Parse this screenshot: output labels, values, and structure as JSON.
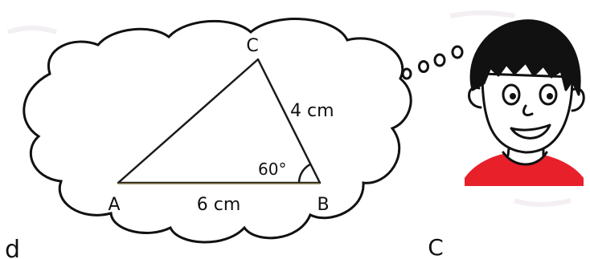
{
  "triangle": {
    "vertices": {
      "a": "A",
      "b": "B",
      "c": "C"
    },
    "side_ab": "6 cm",
    "side_bc": "4 cm",
    "angle_b": "60°"
  },
  "margin_letters": {
    "left": "d",
    "right": "C"
  },
  "illustration": {
    "subject": "boy thinking",
    "shirt_color": "#e8202a",
    "thought_bubble": "cloud"
  }
}
